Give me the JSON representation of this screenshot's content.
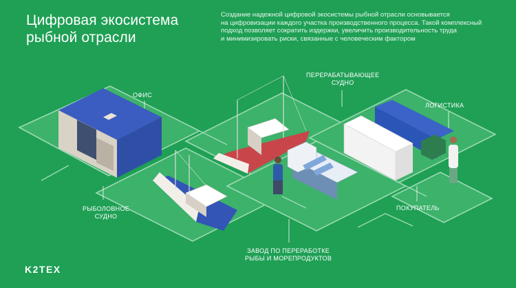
{
  "header": {
    "title_line1": "Цифровая экосистема",
    "title_line2": "рыбной отрасли",
    "description_line1": "Создание надежной цифровой экосистемы рыбной отрасли основывается",
    "description_line2": "на цифровизации каждого участка производственного процесса. Такой комплексный",
    "description_line3": "подход позволяет сократить издержки, увеличить производительность труда",
    "description_line4": "и минимизировать риски, связанные с человеческим фактором"
  },
  "labels": {
    "office": "ОФИС",
    "processing_vessel_line1": "ПЕРЕРАБАТЫВАЮЩЕЕ",
    "processing_vessel_line2": "СУДНО",
    "logistics": "ЛОГИСТИКА",
    "fishing_vessel_line1": "РЫБОЛОВНОЕ",
    "fishing_vessel_line2": "СУДНО",
    "buyer": "ПОКУПАТЕЛЬ",
    "plant_line1": "ЗАВОД ПО ПЕРЕРАБОТКЕ",
    "plant_line2": "РЫБЫ И МОРЕПРОДУКТОВ"
  },
  "logo": "K2TEX",
  "colors": {
    "background": "#1fa055",
    "platform": "#3cb26a",
    "path": "#9edab4",
    "office_blue": "#2f4fa6",
    "ship_red": "#c8464a",
    "container_blue": "#2c55b8",
    "worker_blue": "#2f5aa8"
  }
}
